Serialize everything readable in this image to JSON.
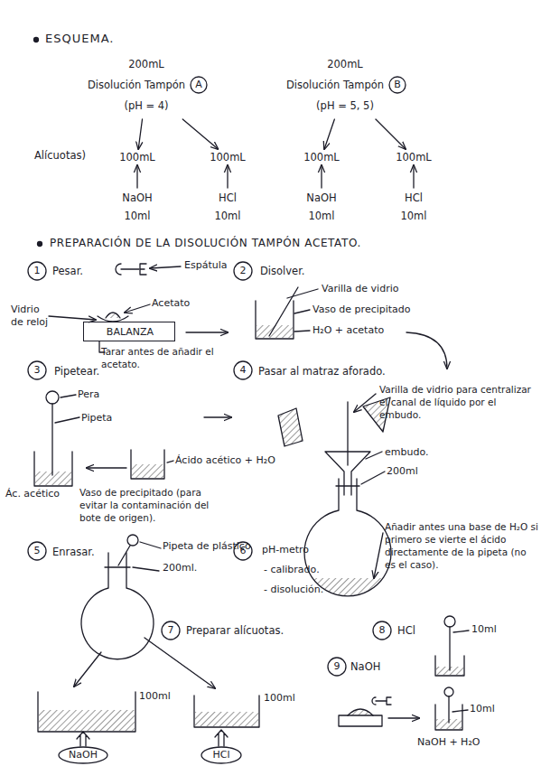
{
  "diagram": {
    "title": "ESQUEMA.",
    "nodes": [
      {
        "text": [
          "200mL",
          "Disolución Tampón",
          "(pH = 4)"
        ]
      },
      {
        "text": [
          "A"
        ],
        "in": 0
      },
      {
        "text": [
          "200mL",
          "Disolución Tampón",
          "(pH = 5, 5)"
        ]
      },
      {
        "text": [
          "B"
        ],
        "in": 2
      },
      {
        "text": [
          "100mL"
        ]
      },
      {
        "text": [
          "100mL"
        ]
      },
      {
        "text": [
          "100mL"
        ]
      },
      {
        "text": [
          "100mL"
        ]
      },
      {
        "text": [
          "NaOH",
          "10ml"
        ]
      },
      {
        "text": [
          "HCl",
          "10ml"
        ]
      },
      {
        "text": [
          "NaOH",
          "10ml"
        ]
      },
      {
        "text": [
          "HCl",
          "10ml"
        ]
      },
      {
        "text": [
          "1"
        ]
      },
      {
        "text": [
          "BALANZA"
        ]
      },
      {
        "text": [
          "2"
        ]
      },
      {
        "text": [
          "3"
        ]
      },
      {
        "text": [
          "4"
        ]
      },
      {
        "text": [
          "5"
        ]
      },
      {
        "text": [
          "6"
        ]
      },
      {
        "text": [
          "7"
        ]
      },
      {
        "text": [
          "8"
        ]
      },
      {
        "text": [
          "9"
        ]
      },
      {
        "text": [
          "NaOH"
        ]
      },
      {
        "text": [
          "HCl"
        ]
      }
    ],
    "edges": [
      {
        "from": 0,
        "to": 4,
        "arrow": "to"
      },
      {
        "from": 0,
        "to": 5,
        "arrow": "to"
      },
      {
        "from": 2,
        "to": 6,
        "arrow": "to"
      },
      {
        "from": 2,
        "to": 7,
        "arrow": "to"
      },
      {
        "from": 8,
        "to": 4,
        "arrow": "to"
      },
      {
        "from": 9,
        "to": 5,
        "arrow": "to"
      },
      {
        "from": 10,
        "to": 6,
        "arrow": "to"
      },
      {
        "from": 11,
        "to": 7,
        "arrow": "to"
      }
    ],
    "labels": [
      "Alícuotas)",
      "PREPARACIÓN DE LA DISOLUCIÓN TAMPÓN ACETATO.",
      "Pesar.",
      "Espátula",
      "Acetato",
      "Vidrio de reloj",
      "Tarar antes de añadir el acetato.",
      "Disolver.",
      "Varilla de vidrio",
      "Vaso de precipitado",
      "H₂O + acetato",
      "Pipetear.",
      "Pera",
      "Pipeta",
      "Ácido acético + H₂O",
      "Ác. acético",
      "Vaso de precipitado (para evitar la contaminación del bote de origen).",
      "Pasar al matraz aforado.",
      "Varilla de vidrio para centralizar el canal de líquido por el embudo.",
      "embudo.",
      "200ml",
      "Añadir antes una base de H₂O si primero se vierte el ácido directamente de la pipeta (no es el caso).",
      "Enrasar.",
      "Pipeta de plástico",
      "200ml.",
      "pH-metro",
      "- calibrado.",
      "- disolución.",
      "Preparar alícuotas.",
      "HCl",
      "10ml",
      "NaOH",
      "10ml",
      "NaOH + H₂O",
      "100ml",
      "100ml"
    ]
  }
}
